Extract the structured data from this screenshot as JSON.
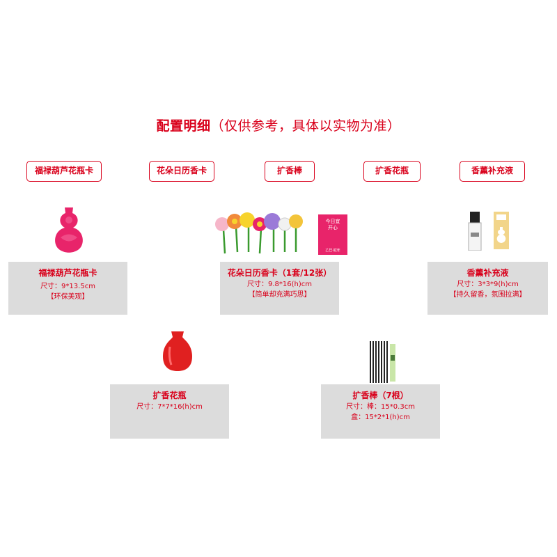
{
  "title": {
    "main": "配置明细",
    "note": "（仅供参考，具体以实物为准）"
  },
  "tags": [
    "福禄葫芦花瓶卡",
    "花朵日历香卡",
    "扩香棒",
    "扩香花瓶",
    "香薰补充液"
  ],
  "cards": {
    "gourd": {
      "name": "福禄葫芦花瓶卡",
      "size": "尺寸：9*13.5cm",
      "feature": "【环保美观】"
    },
    "calendar": {
      "name": "花朵日历香卡（1套/12张）",
      "size": "尺寸：9.8*16(h)cm",
      "feature": "【简单却充满巧思】"
    },
    "refill": {
      "name": "香薰补充液",
      "size": "尺寸：3*3*9(h)cm",
      "feature": "【持久留香，氛围拉满】"
    },
    "vase": {
      "name": "扩香花瓶",
      "size": "尺寸：7*7*16(h)cm"
    },
    "sticks": {
      "name": "扩香棒（7根）",
      "size": "尺寸：棒：15*0.3cm",
      "size2": "盒：15*2*1(h)cm"
    }
  },
  "calendar_card_text": {
    "top": "今日宜开心",
    "bottom": "乙巳·蛇年"
  },
  "colors": {
    "accent": "#d9001b",
    "card_bg": "#dcdcdc",
    "vase": "#e02020",
    "gourd": "#e8246a"
  }
}
